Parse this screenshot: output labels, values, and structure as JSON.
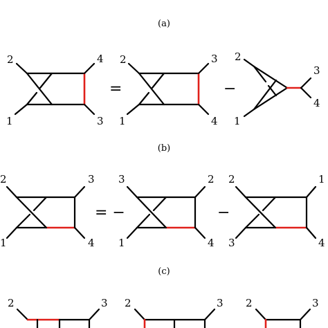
{
  "accent_color": "#e0201a",
  "captions": {
    "a": "(a)",
    "b": "(b)",
    "c": "(c)"
  },
  "row_a": {
    "d1": {
      "tl": "2",
      "bl": "1",
      "tr": "4",
      "br": "3"
    },
    "op1": "=",
    "d2": {
      "tl": "2",
      "bl": "1",
      "tr": "3",
      "br": "4"
    },
    "op2": "−",
    "d3": {
      "tl": "2",
      "bl": "1",
      "tr": "3",
      "br": "4"
    }
  },
  "row_b": {
    "d1": {
      "tl": "2",
      "bl": "1",
      "tr": "3",
      "br": "4"
    },
    "op1": "= −",
    "d2": {
      "tl": "3",
      "bl": "1",
      "tr": "2",
      "br": "4"
    },
    "op2": "−",
    "d3": {
      "tl": "2",
      "bl": "3",
      "tr": "1",
      "br": "4"
    }
  },
  "row_c": {
    "d1": {
      "tl": "2",
      "tr": "3"
    },
    "d2": {
      "tl": "2",
      "tr": "3"
    },
    "d3": {
      "tl": "2",
      "tr": "3"
    }
  }
}
